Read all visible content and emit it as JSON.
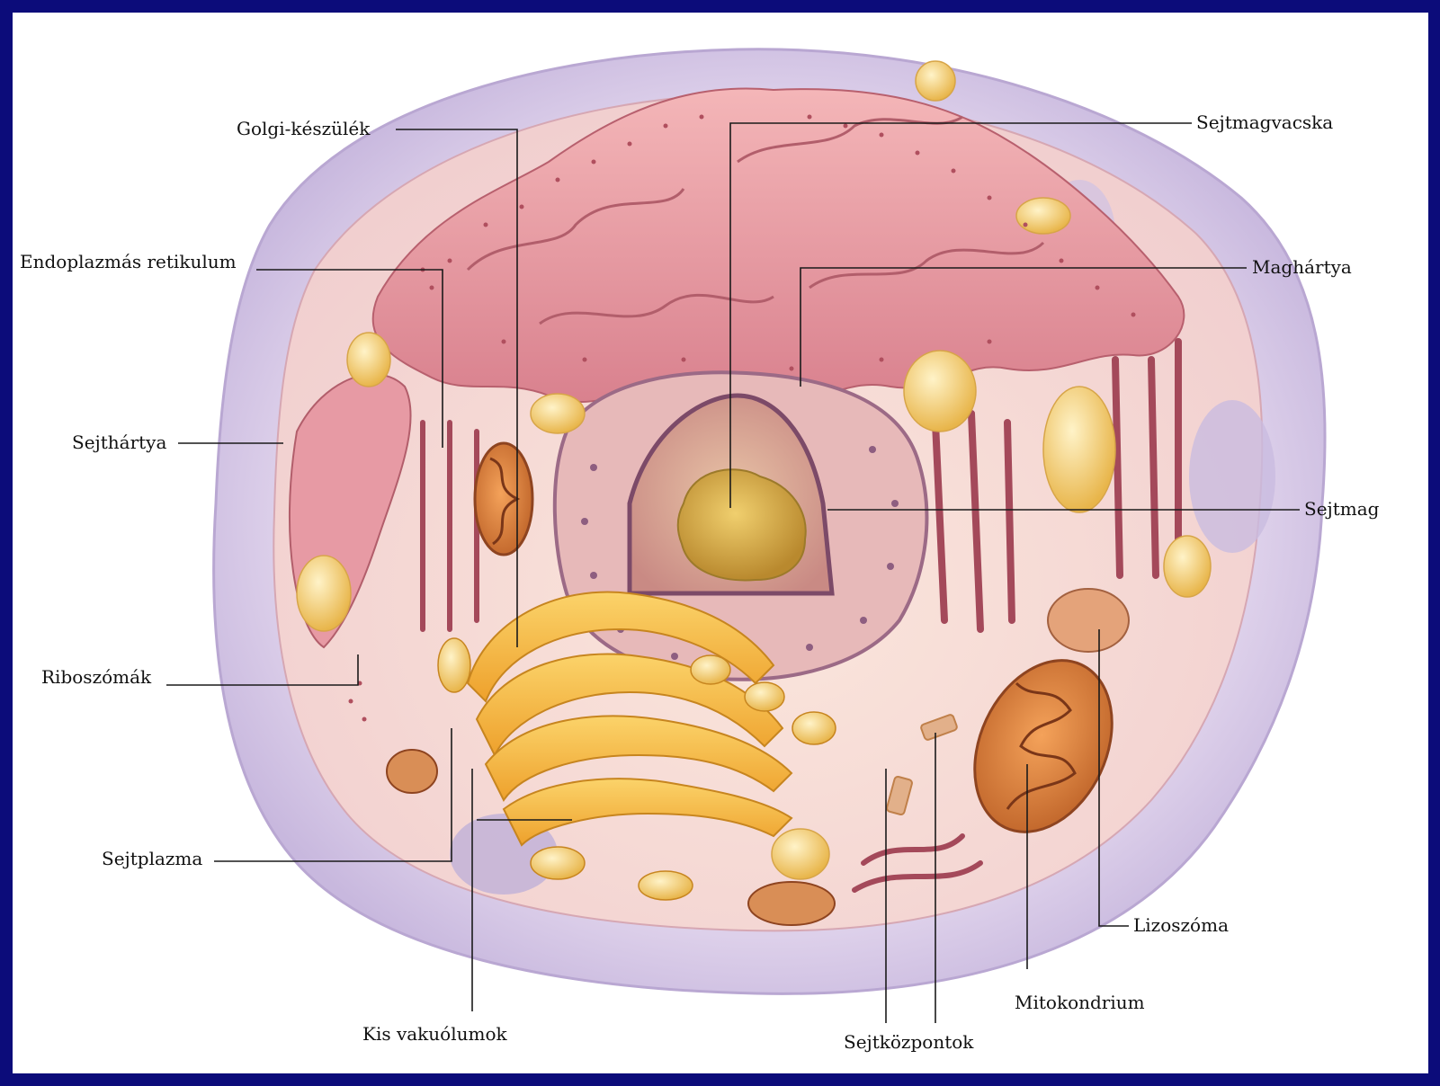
{
  "diagram": {
    "labels": {
      "golgi": "Golgi-készülék",
      "nucleolus": "Sejtmagvacska",
      "er": "Endoplazmás retikulum",
      "nuclear_membrane": "Maghártya",
      "cell_membrane": "Sejthártya",
      "nucleus": "Sejtmag",
      "ribosomes": "Riboszómák",
      "cytoplasm": "Sejtplazma",
      "lysosome": "Lizoszóma",
      "mitochondrion": "Mitokondrium",
      "vacuoles": "Kis vakuólumok",
      "centrioles": "Sejtközpontok"
    },
    "colors": {
      "background": "#0c0c7a",
      "cell_membrane": "#dcd0ea",
      "cytoplasm": "#f6d9d4",
      "er": "#e59aa2",
      "nucleus": "#d99c86",
      "nucleolus": "#d8a848",
      "golgi": "#f3b33a",
      "mitochondrion": "#e08a3a"
    }
  }
}
